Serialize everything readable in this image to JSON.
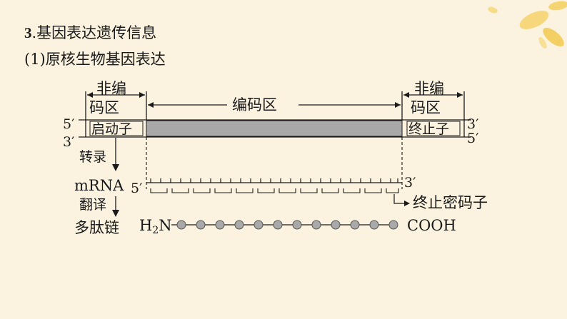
{
  "heading": {
    "number": "3",
    "title": ".基因表达遗传信息"
  },
  "subheading": "(1)原核生物基因表达",
  "diagram": {
    "noncoding_line1": "非编",
    "noncoding_line2": "码区",
    "coding_region": "编码区",
    "promoter": "启动子",
    "terminator": "终止子",
    "five_prime": "5′",
    "three_prime": "3′",
    "transcription": "转录",
    "mrna": "mRNA",
    "translation": "翻译",
    "polypeptide": "多肽链",
    "h2n_h": "H",
    "h2n_sub": "2",
    "h2n_n": "N",
    "stop_codon": "终止密码子",
    "cooh": "COOH"
  },
  "colors": {
    "background": "#fbf3df",
    "coding_fill": "#a8a8a8",
    "amino_acid": "#a9a9a9",
    "line": "#1a1a1a"
  }
}
